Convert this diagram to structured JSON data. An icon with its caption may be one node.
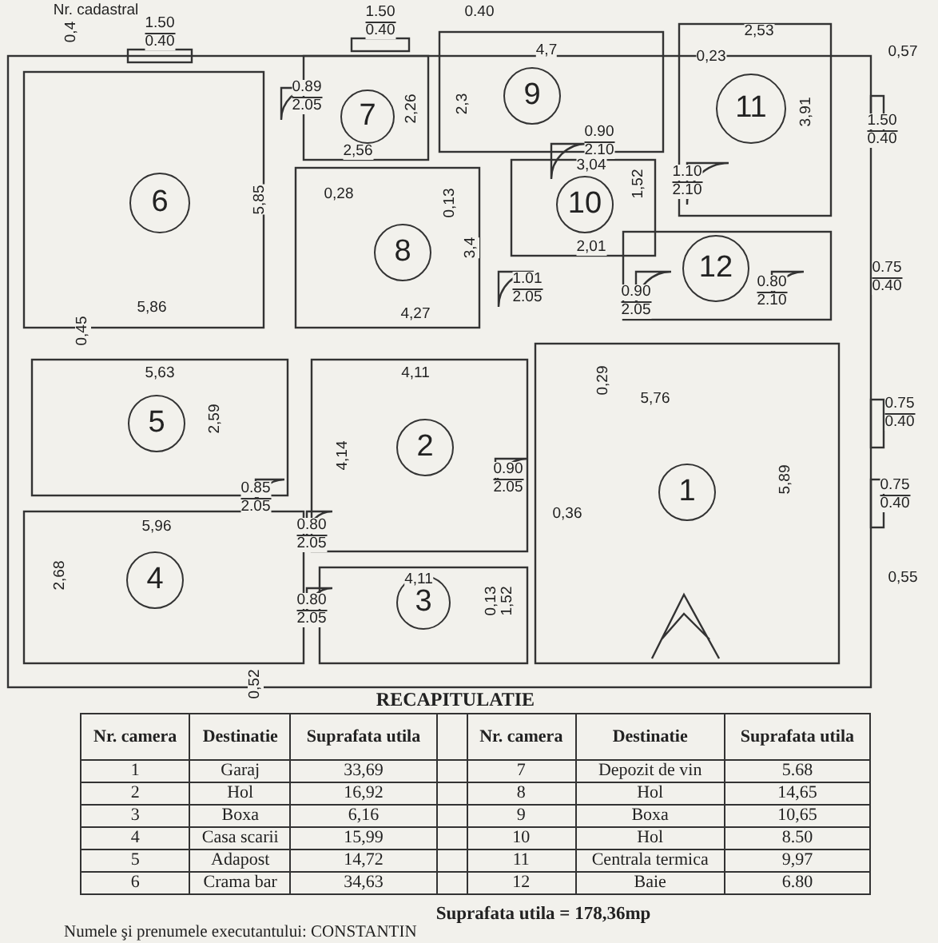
{
  "diagram": {
    "nodes": [
      {
        "text": [
          "6"
        ]
      },
      {
        "text": [
          "7"
        ]
      },
      {
        "text": [
          "9"
        ]
      },
      {
        "text": [
          "11"
        ]
      },
      {
        "text": [
          "8"
        ]
      },
      {
        "text": [
          "10"
        ]
      },
      {
        "text": [
          "12"
        ]
      },
      {
        "text": [
          "5"
        ]
      },
      {
        "text": [
          "2"
        ]
      },
      {
        "text": [
          "1"
        ]
      },
      {
        "text": [
          "4"
        ]
      },
      {
        "text": [
          "3"
        ]
      }
    ],
    "labels": [
      "Nr. cadastral",
      "0,4",
      "1.50",
      "0.40",
      "1.50",
      "0.40",
      "0.40",
      "2,53",
      "4,7",
      "0,23",
      "0,57",
      "0.89",
      "2.05",
      "2,3",
      "2,26",
      "0.90",
      "2.10",
      "3,91",
      "1.50",
      "0.40",
      "2,56",
      "3,04",
      "5,85",
      "0,28",
      "0,13",
      "1,52",
      "1.10",
      "2.10",
      "3,4",
      "2,01",
      "1.01",
      "2.05",
      "0.90",
      "2.05",
      "0.80",
      "2.10",
      "0.75",
      "0.40",
      "5,86",
      "4,27",
      "0,45",
      "5,63",
      "4,11",
      "0,29",
      "5,76",
      "0.75",
      "0.40",
      "2,59",
      "4,14",
      "0.85",
      "2.05",
      "0.90",
      "2.05",
      "0.75",
      "0.40",
      "0,36",
      "5,89",
      "5,96",
      "0.80",
      "2.05",
      "2,68",
      "4,11",
      "0,13",
      "1,52",
      "0,55",
      "0.80",
      "2.05",
      "0,52",
      "RECAPITULATIE",
      "Nr. camera",
      "Destinatie",
      "Suprafata utila",
      "Nr. camera",
      "Destinatie",
      "Suprafata utila",
      "1",
      "Garaj",
      "33,69",
      "7",
      "Depozit de vin",
      "5.68",
      "2",
      "Hol",
      "16,92",
      "8",
      "Hol",
      "14,65",
      "3",
      "Boxa",
      "6,16",
      "9",
      "Boxa",
      "10,65",
      "4",
      "Casa scarii",
      "15,99",
      "10",
      "Hol",
      "8.50",
      "5",
      "Adapost",
      "14,72",
      "11",
      "Centrala termica",
      "9,97",
      "6",
      "Crama bar",
      "34,63",
      "12",
      "Baie",
      "6.80",
      "Suprafata utila = 178,36mp",
      "Numele şi prenumele executantului: CONSTANTIN"
    ]
  }
}
